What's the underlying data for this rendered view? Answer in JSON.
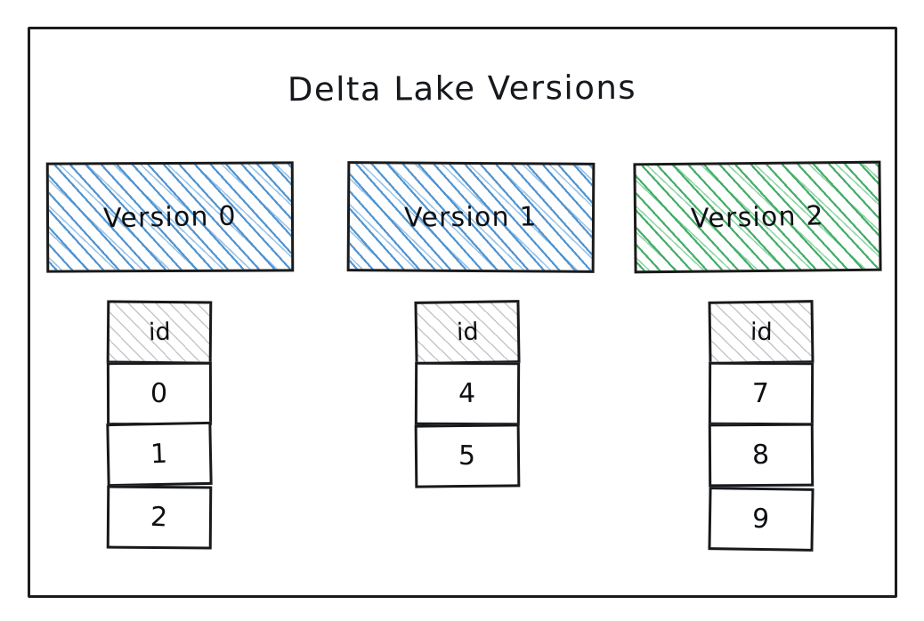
{
  "diagram": {
    "title": "Delta Lake Versions",
    "colors": {
      "frame": "#1c1c1c",
      "ink": "#0d0f12",
      "blue_hatch": "#428bcd",
      "green_hatch": "#35a65c",
      "gray_hatch": "#969696",
      "background": "#ffffff"
    },
    "versions": [
      {
        "label": "Version 0",
        "fill": "blue",
        "table": {
          "header": "id",
          "values": [
            "0",
            "1",
            "2"
          ]
        }
      },
      {
        "label": "Version 1",
        "fill": "blue",
        "table": {
          "header": "id",
          "values": [
            "4",
            "5"
          ]
        }
      },
      {
        "label": "Version 2",
        "fill": "green",
        "table": {
          "header": "id",
          "values": [
            "7",
            "8",
            "9"
          ]
        }
      }
    ]
  }
}
